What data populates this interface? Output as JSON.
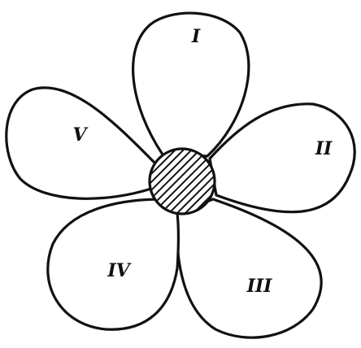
{
  "diagram": {
    "petals": [
      {
        "id": "I",
        "label": "I"
      },
      {
        "id": "II",
        "label": "II"
      },
      {
        "id": "III",
        "label": "III"
      },
      {
        "id": "IV",
        "label": "IV"
      },
      {
        "id": "V",
        "label": "V"
      }
    ],
    "center": {
      "pattern": "diagonal-hatch"
    },
    "colors": {
      "ink": "#111111",
      "paper": "#ffffff"
    }
  }
}
